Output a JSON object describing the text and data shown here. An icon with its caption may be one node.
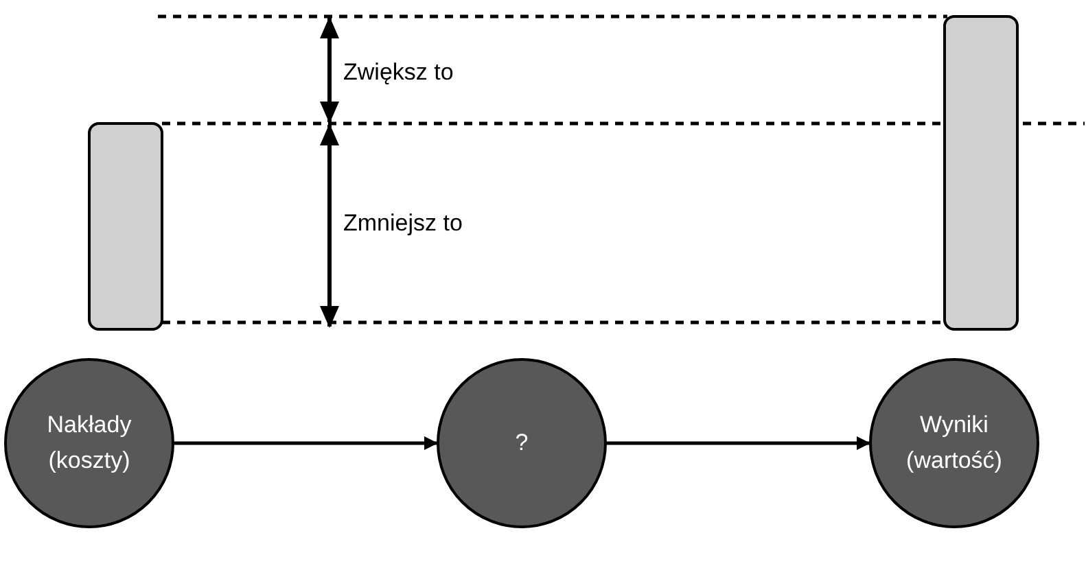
{
  "diagram": {
    "nodes": [
      {
        "text": [
          "Nakłady (koszty)"
        ]
      },
      {
        "text": [
          "?"
        ]
      },
      {
        "text": [
          "Wyniki (wartość)"
        ]
      }
    ],
    "edges": [
      {
        "from": 0,
        "to": 1,
        "arrow": "to"
      },
      {
        "from": 1,
        "to": 2,
        "arrow": "to"
      }
    ],
    "labels": [
      "Zwiększ to",
      "Zmniejsz to"
    ]
  }
}
